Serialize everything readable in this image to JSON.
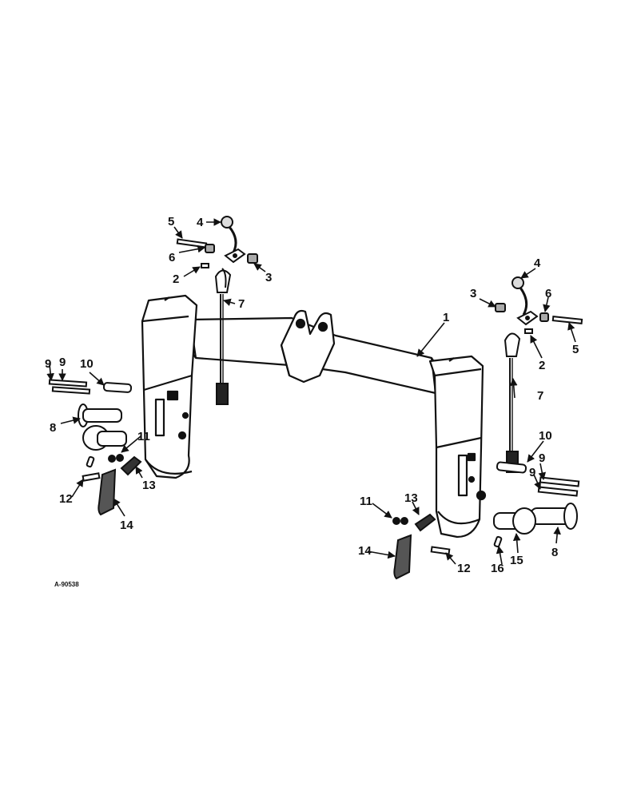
{
  "drawing_code": "A-90538",
  "callouts": [
    {
      "id": "c1",
      "label": "1"
    },
    {
      "id": "c2l",
      "label": "2"
    },
    {
      "id": "c2r",
      "label": "2"
    },
    {
      "id": "c3l",
      "label": "3"
    },
    {
      "id": "c3r",
      "label": "3"
    },
    {
      "id": "c4l",
      "label": "4"
    },
    {
      "id": "c4r",
      "label": "4"
    },
    {
      "id": "c5l",
      "label": "5"
    },
    {
      "id": "c5r",
      "label": "5"
    },
    {
      "id": "c6l",
      "label": "6"
    },
    {
      "id": "c6r",
      "label": "6"
    },
    {
      "id": "c7l",
      "label": "7"
    },
    {
      "id": "c7r",
      "label": "7"
    },
    {
      "id": "c8l",
      "label": "8"
    },
    {
      "id": "c8r",
      "label": "8"
    },
    {
      "id": "c9a",
      "label": "9"
    },
    {
      "id": "c9b",
      "label": "9"
    },
    {
      "id": "c9c",
      "label": "9"
    },
    {
      "id": "c9d",
      "label": "9"
    },
    {
      "id": "c10l",
      "label": "10"
    },
    {
      "id": "c10r",
      "label": "10"
    },
    {
      "id": "c11l",
      "label": "11"
    },
    {
      "id": "c11r",
      "label": "11"
    },
    {
      "id": "c12l",
      "label": "12"
    },
    {
      "id": "c12r",
      "label": "12"
    },
    {
      "id": "c13l",
      "label": "13"
    },
    {
      "id": "c13r",
      "label": "13"
    },
    {
      "id": "c14l",
      "label": "14"
    },
    {
      "id": "c14r",
      "label": "14"
    },
    {
      "id": "c15",
      "label": "15"
    },
    {
      "id": "c16",
      "label": "16"
    }
  ]
}
